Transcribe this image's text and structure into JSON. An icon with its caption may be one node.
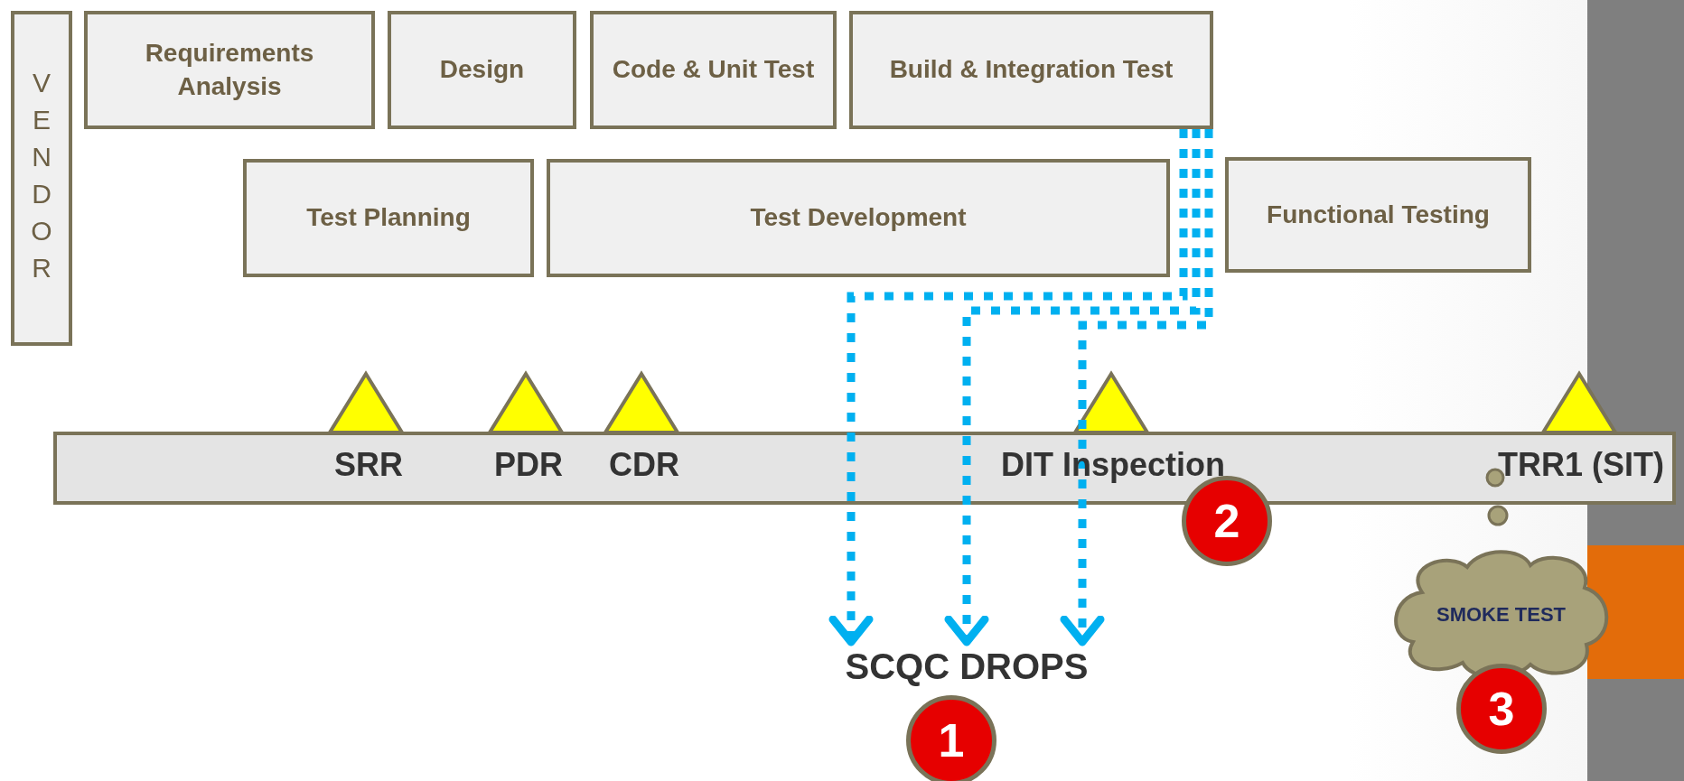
{
  "diagram": {
    "nodes": [
      {
        "text": [
          "VENDOR"
        ]
      },
      {
        "text": [
          "Requirements Analysis"
        ]
      },
      {
        "text": [
          "Design"
        ]
      },
      {
        "text": [
          "Code & Unit Test"
        ]
      },
      {
        "text": [
          "Build & Integration Test"
        ]
      },
      {
        "text": [
          "Test Planning"
        ]
      },
      {
        "text": [
          "Test Development"
        ]
      },
      {
        "text": [
          "Functional Testing"
        ]
      },
      {
        "text": [
          "SCQC DROPS"
        ]
      },
      {
        "text": [
          "SMOKE TEST"
        ]
      },
      {
        "text": [
          "1"
        ]
      },
      {
        "text": [
          "2"
        ]
      },
      {
        "text": [
          "3"
        ]
      },
      {
        "text": [],
        "shape": "triangle"
      },
      {
        "text": [],
        "shape": "triangle"
      },
      {
        "text": [],
        "shape": "triangle"
      },
      {
        "text": [],
        "shape": "triangle"
      },
      {
        "text": [],
        "shape": "triangle"
      }
    ],
    "edges": [
      {
        "from": 4,
        "to": 8,
        "arrow": "to",
        "style": "dashed",
        "color": "#00b0f0"
      },
      {
        "from": 4,
        "to": 8,
        "arrow": "to",
        "style": "dashed",
        "color": "#00b0f0"
      },
      {
        "from": 4,
        "to": 8,
        "arrow": "to",
        "style": "dashed",
        "color": "#00b0f0"
      }
    ],
    "labels": [
      "SRR",
      "PDR",
      "CDR",
      "DIT Inspection",
      "TRR1 (SIT)"
    ]
  }
}
